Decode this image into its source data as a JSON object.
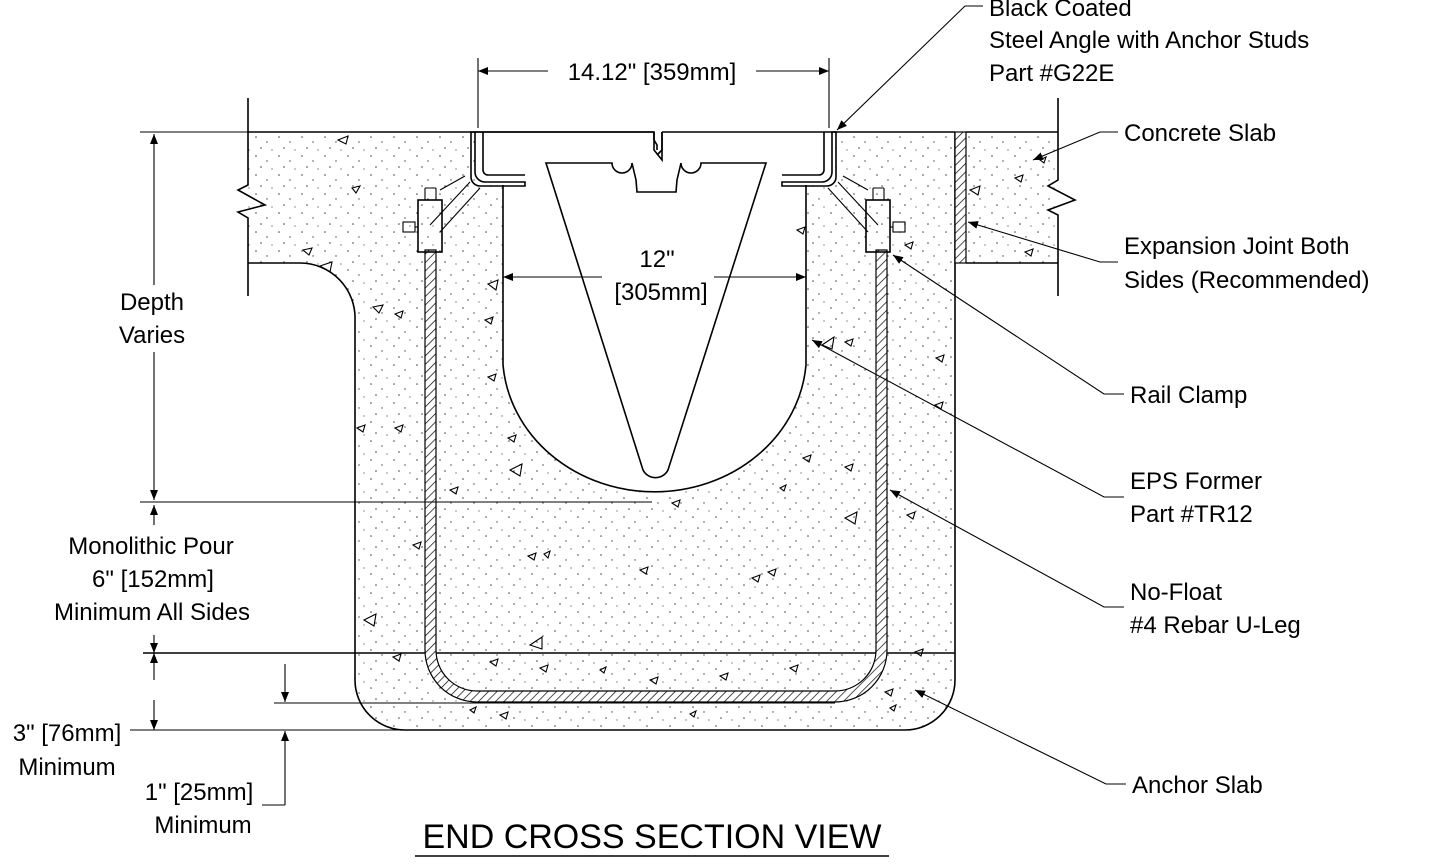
{
  "title": "END CROSS SECTION VIEW",
  "dimensions": {
    "top_width": "14.12\" [359mm]",
    "channel_width_in": "12\"",
    "channel_width_mm": "[305mm]",
    "depth": [
      "Depth",
      "Varies"
    ],
    "monolithic": [
      "Monolithic Pour",
      "6\" [152mm]",
      "Minimum All Sides"
    ],
    "three_inch": [
      "3\" [76mm]",
      "Minimum"
    ],
    "one_inch": [
      "1\" [25mm]",
      "Minimum"
    ]
  },
  "callouts": {
    "steel_angle": [
      "Black Coated",
      "Steel Angle with Anchor Studs",
      "Part #G22E"
    ],
    "concrete_slab": [
      "Concrete Slab"
    ],
    "expansion_joint": [
      "Expansion Joint Both",
      "Sides (Recommended)"
    ],
    "rail_clamp": [
      "Rail Clamp"
    ],
    "eps_former": [
      "EPS Former",
      "Part #TR12"
    ],
    "no_float": [
      "No-Float",
      "#4 Rebar U-Leg"
    ],
    "anchor_slab": [
      "Anchor Slab"
    ]
  }
}
